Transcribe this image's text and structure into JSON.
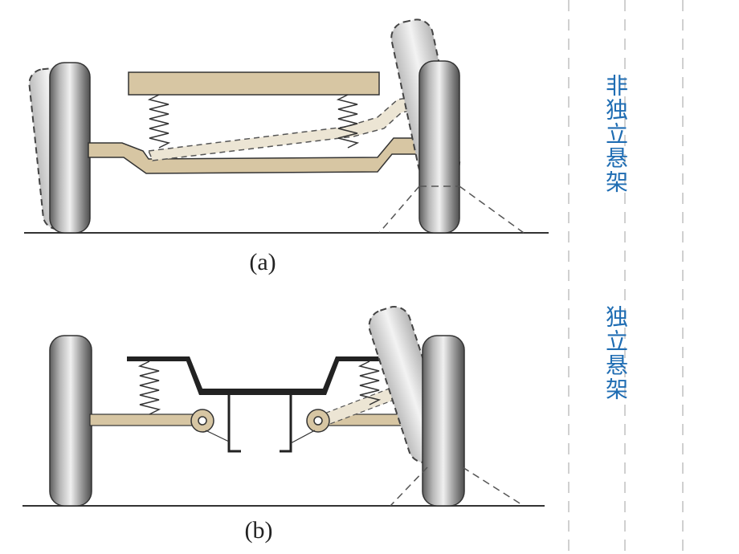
{
  "figure_a": {
    "caption": "(a)"
  },
  "figure_b": {
    "caption": "(b)"
  },
  "labels": {
    "non_independent": "非独立悬架",
    "independent": "独立悬架"
  },
  "colors": {
    "label_blue": "#1f6db3",
    "body_tan": "#d7c6a3",
    "tire_gray": "#8d8d8d",
    "divider_gray": "#c9c9c9"
  }
}
